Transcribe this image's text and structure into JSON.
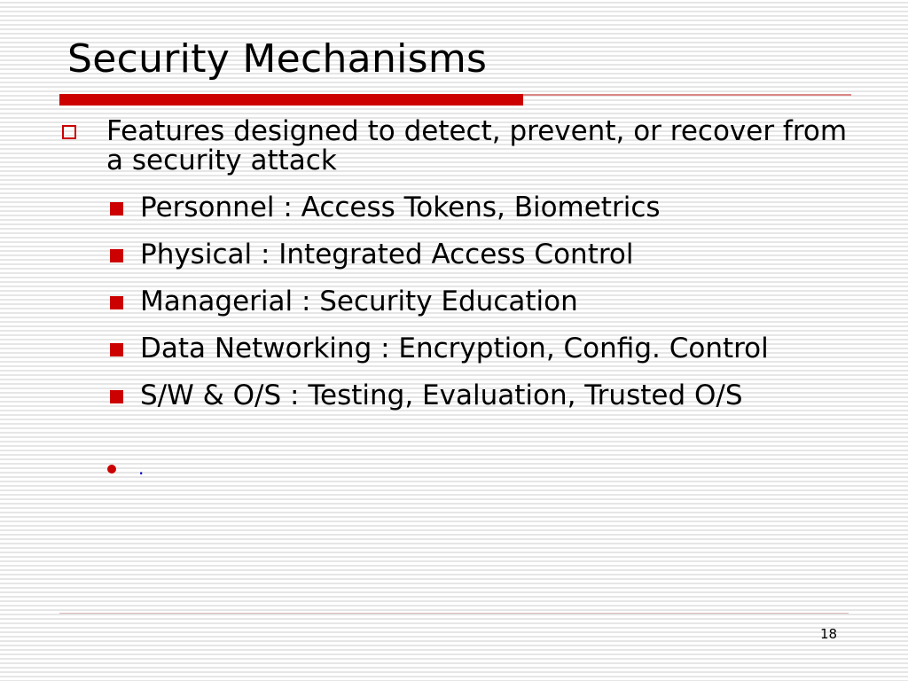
{
  "slide": {
    "title": "Security Mechanisms",
    "main_point": "Features designed to detect, prevent, or recover from a security attack",
    "sub_points": [
      "Personnel : Access Tokens, Biometrics",
      "Physical : Integrated Access Control",
      "Managerial : Security Education",
      "Data Networking : Encryption, Config. Control",
      "S/W & O/S : Testing, Evaluation, Trusted O/S"
    ],
    "trailing_item": ".",
    "page_number": "18"
  },
  "colors": {
    "accent": "#cc0000",
    "link": "#0000cc"
  },
  "icons": {
    "level1_bullet": "hollow-square-icon",
    "level2_bullet": "filled-square-icon",
    "level3_bullet": "round-dot-icon"
  }
}
